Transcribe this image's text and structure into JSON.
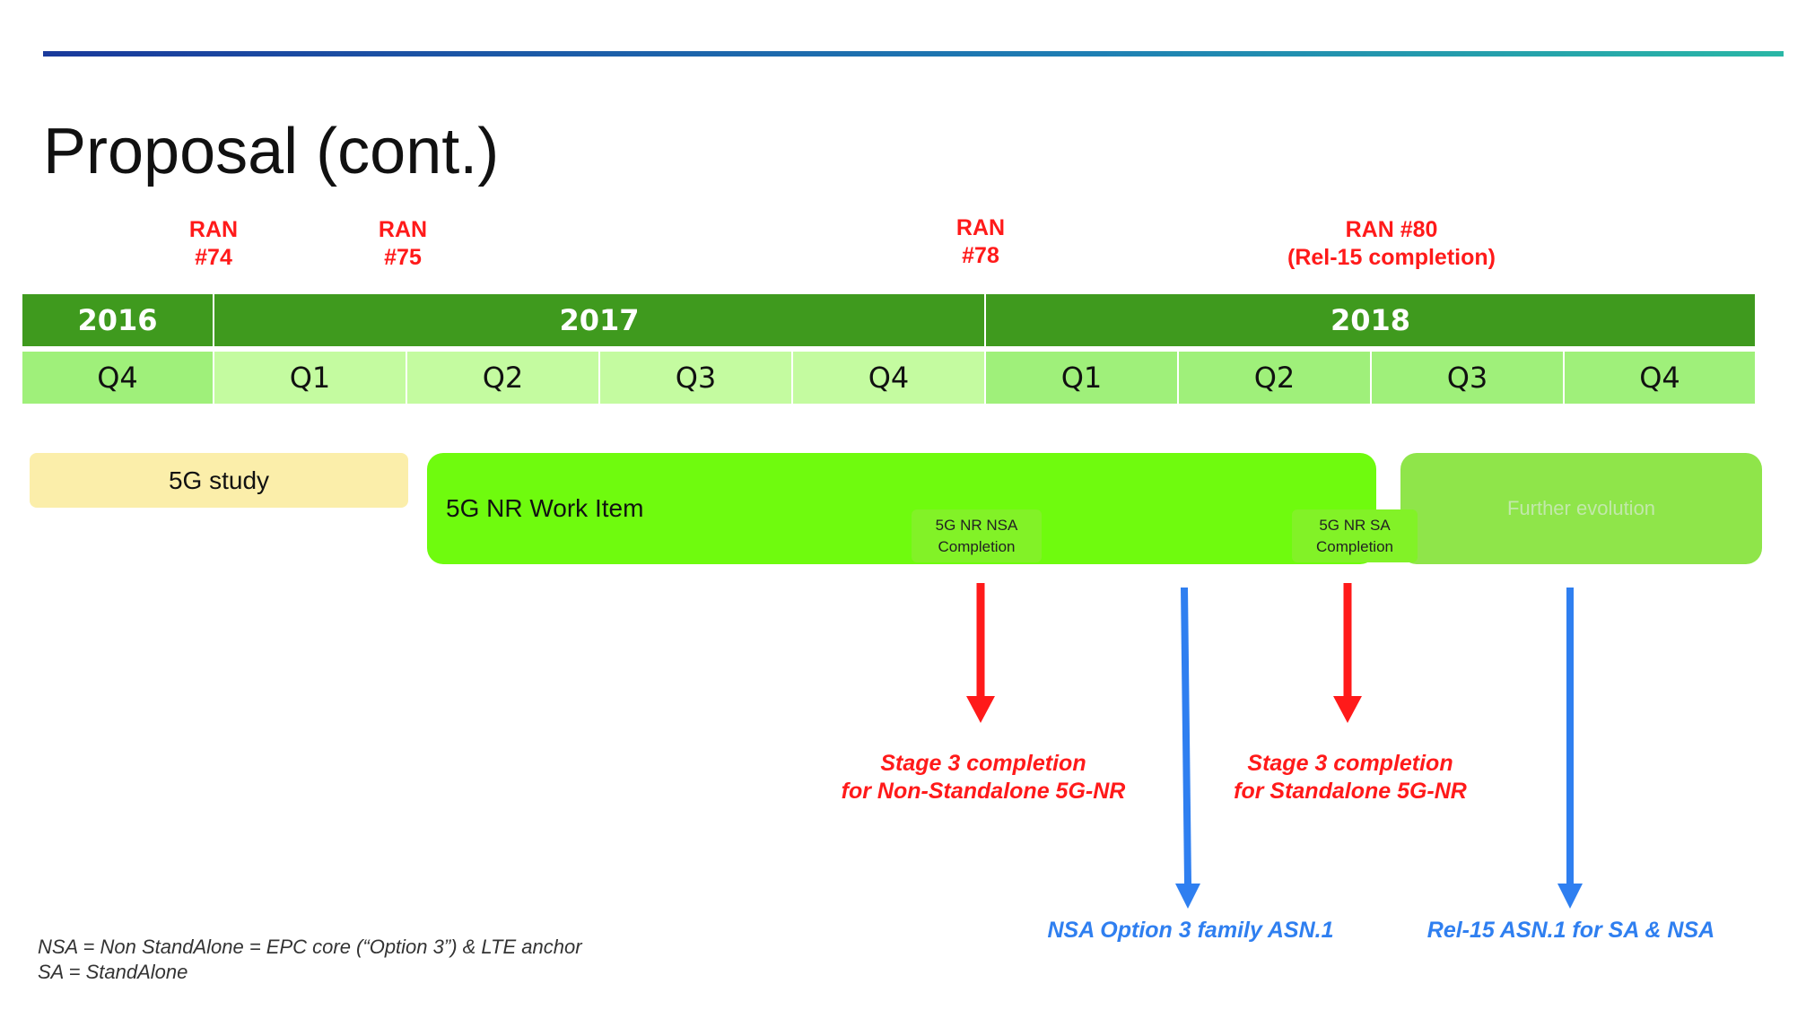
{
  "title": "Proposal (cont.)",
  "ran_meetings": [
    {
      "line1": "RAN",
      "line2": "#74"
    },
    {
      "line1": "RAN",
      "line2": "#75"
    },
    {
      "line1": "RAN",
      "line2": "#78"
    },
    {
      "line1": "RAN #80",
      "line2": "(Rel-15 completion)"
    }
  ],
  "timeline": {
    "years": [
      "2016",
      "2017",
      "2018"
    ],
    "quarters": [
      "Q4",
      "Q1",
      "Q2",
      "Q3",
      "Q4",
      "Q1",
      "Q2",
      "Q3",
      "Q4"
    ]
  },
  "bars": {
    "study": "5G study",
    "work_item": "5G NR Work Item",
    "further": "Further evolution"
  },
  "milestones": {
    "nsa": {
      "line1": "5G NR NSA",
      "line2": "Completion"
    },
    "sa": {
      "line1": "5G NR SA",
      "line2": "Completion"
    }
  },
  "notes": {
    "nsa_stage3": {
      "line1": "Stage 3 completion",
      "line2": "for Non-Standalone 5G-NR"
    },
    "sa_stage3": {
      "line1": "Stage 3 completion",
      "line2": "for Standalone 5G-NR"
    },
    "nsa_asn": "NSA Option 3  family ASN.1",
    "rel15_asn": "Rel-15 ASN.1 for SA & NSA"
  },
  "footnotes": [
    "NSA = Non StandAlone = EPC core (“Option 3”) & LTE anchor",
    "SA = StandAlone"
  ],
  "colors": {
    "year_bar": "#3f9a1e",
    "quarter_past": "#9ff07a",
    "quarter_2017": "#c4fba0",
    "study": "#fbeeaa",
    "work_item": "#6ffb0e",
    "further": "#8fe54a",
    "red_arrow": "#ff1a1a",
    "blue_arrow": "#2f7ff0"
  }
}
